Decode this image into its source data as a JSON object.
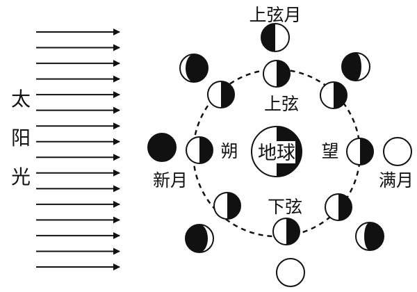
{
  "sunlight": {
    "label_chars": [
      "太",
      "阳",
      "光"
    ],
    "ray_count": 16
  },
  "earth": {
    "label": "地球"
  },
  "orbit_labels": {
    "first_quarter": "上弦",
    "last_quarter": "下弦",
    "new": "朔",
    "full": "望"
  },
  "outer_labels": {
    "first_quarter_moon": "上弦月",
    "new_moon": "新月",
    "full_moon": "满月"
  },
  "colors": {
    "ink": "#111111",
    "background": "#ffffff"
  }
}
